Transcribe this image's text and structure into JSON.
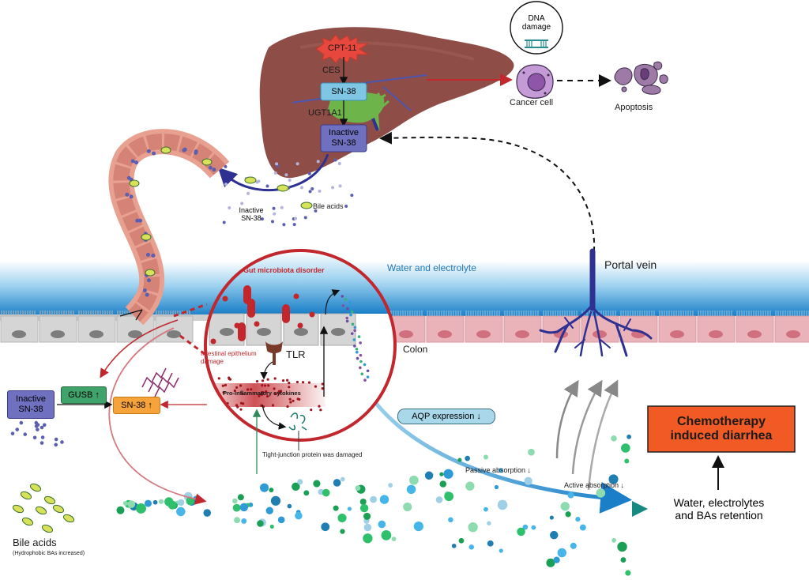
{
  "liver": {
    "drug": "CPT-11",
    "enzyme1": "CES",
    "active_metabolite": "SN-38",
    "enzyme2": "UGT1A1",
    "inactive_line1": "Inactive",
    "inactive_line2": "SN-38"
  },
  "cancer": {
    "dna_line1": "DNA",
    "dna_line2": "damage",
    "cell_label": "Cancer cell",
    "apoptosis_label": "Apoptosis"
  },
  "bile": {
    "inactive_line1": "Inactive",
    "inactive_line2": "SN-38",
    "bile_acids_label": "Bile acids"
  },
  "colon": {
    "water_label": "Water and electrolyte",
    "portal_vein_label": "Portal vein",
    "colon_label": "Colon"
  },
  "inset": {
    "title": "Gut microbiota disorder",
    "epithelium_line1": "Intestinal epithelium",
    "epithelium_line2": "damage",
    "tlr_label": "TLR",
    "cytokines_label": "Pro-inflammatory cytokines",
    "tight_junction_label": "Tight-junction protein was damaged"
  },
  "lumen": {
    "inactive_line1": "Inactive",
    "inactive_line2": "SN-38",
    "gusb_label": "GUSB ↑",
    "sn38_label": "SN-38 ↑",
    "aqp_label": "AQP expression ↓",
    "passive_label": "Passive absorption ↓",
    "active_label": "Active absorption ↓",
    "bile_acids_title": "Bile acids",
    "bile_acids_sub": "(Hydrophobic BAs increased)"
  },
  "outcome": {
    "title_line1": "Chemotherapy",
    "title_line2": "induced diarrhea",
    "retention_line1": "Water, electrolytes",
    "retention_line2": "and BAs retention"
  },
  "colors": {
    "liver": "#8f4d48",
    "sn38_box": "#7fc6e4",
    "inactive_box": "#6f70c0",
    "gusb_box": "#3fa36b",
    "sn38_up_box": "#f5a33a",
    "outcome_box": "#f15a24",
    "inflammation_red": "#c1272d",
    "portal_vein": "#2e3192",
    "water_blue": "#2e8fd0"
  }
}
